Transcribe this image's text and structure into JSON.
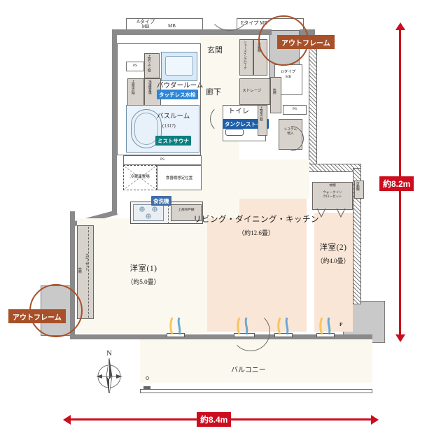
{
  "meta": {
    "plan_type": "residential-floor-plan",
    "compass_label": "N"
  },
  "dimensions": {
    "vertical": "約8.2m",
    "horizontal": "約8.4m"
  },
  "annotations": [
    {
      "id": "outframe-top",
      "label": "アウトフレーム",
      "color": "#a7512a"
    },
    {
      "id": "outframe-left",
      "label": "アウトフレーム",
      "color": "#a7512a"
    }
  ],
  "mb_labels": {
    "a_type": "Aタイプ\nMB",
    "a_type_line1": "Aタイプ",
    "a_type_line2": "MB",
    "mb": "MB",
    "e_type": "Eタイプ MB",
    "d_type_line1": "Dタイプ",
    "d_type_line2": "MB"
  },
  "rooms": [
    {
      "id": "ldk",
      "name": "リビング・ダイニング・キッチン",
      "size": "（約12.6畳）"
    },
    {
      "id": "washitsu1",
      "name": "洋室(1)",
      "size": "（約5.0畳）"
    },
    {
      "id": "washitsu2",
      "name": "洋室(2)",
      "size": "（約4.0畳）"
    },
    {
      "id": "balcony",
      "name": "バルコニー",
      "size": ""
    },
    {
      "id": "genkan",
      "name": "玄関",
      "size": ""
    },
    {
      "id": "rouka",
      "name": "廊下",
      "size": ""
    },
    {
      "id": "powder",
      "name": "パウダールーム",
      "size": ""
    },
    {
      "id": "bath",
      "name": "バスルーム",
      "size": "(1317)"
    },
    {
      "id": "toilet",
      "name": "トイレ",
      "size": ""
    }
  ],
  "feature_tags": [
    {
      "id": "touchless-faucet",
      "label": "タッチレス水栓",
      "color": "#2f86d6"
    },
    {
      "id": "mist-sauna",
      "label": "ミストサウナ",
      "color": "#0e7e7e"
    },
    {
      "id": "tankless-toilet",
      "label": "タンクレストイレ",
      "color": "#1e5fa8"
    },
    {
      "id": "dishwasher",
      "label": "食洗機",
      "color": "#3f6ea8"
    }
  ],
  "small_labels": {
    "ps_upper": "PS",
    "ps_lower": "PS",
    "ps_right": "PS",
    "linen_shelf": "上部リネン棚",
    "washer_place": "洗濯機置場",
    "upper_cabinet_left": "上部吊戸棚",
    "upper_cabinet_kitchen": "上部吊戸棚",
    "upper_cabinet_toilet": "上部吊戸棚",
    "fridge_place": "冷蔵庫置場",
    "cupboard_position": "食器棚想定位置",
    "shoes_in_closet": "シューズインクローク",
    "movable_shelf_genkan": "可動棚",
    "movable_shelf_right": "可動棚",
    "storage": "ストレージ",
    "pillow_shelf_hall": "枕棚",
    "system_storage": "システム物入",
    "closet": "クローゼット",
    "pillow_shelf_left": "枕棚",
    "walk_in_closet": "ウォークインクローゼット",
    "pillow_shelf_wic": "枕棚",
    "p_mark": "P"
  }
}
